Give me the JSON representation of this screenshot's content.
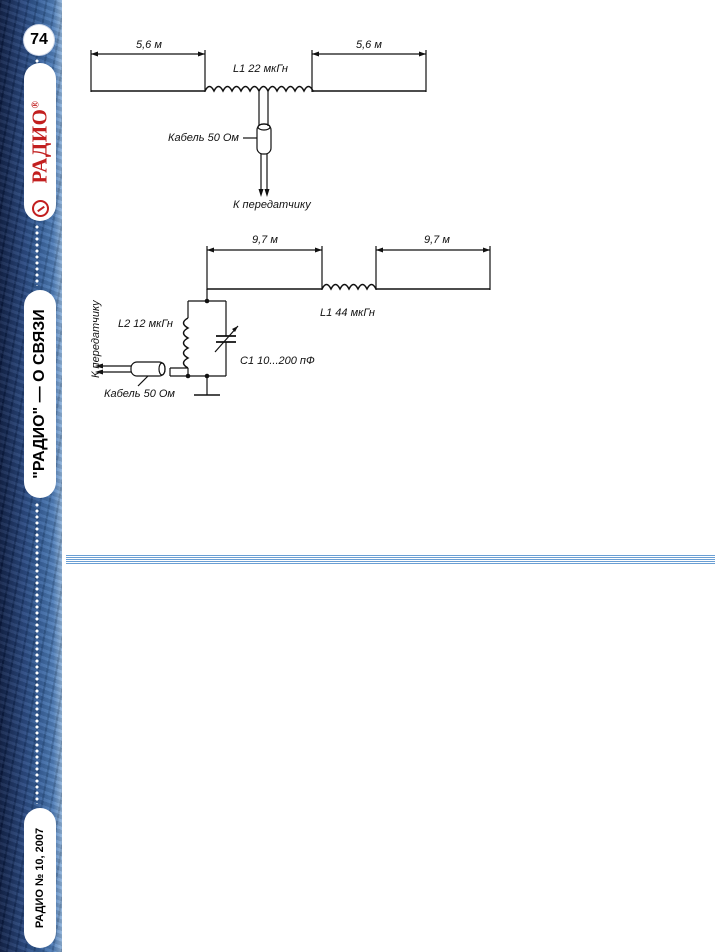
{
  "sidebar": {
    "page_number": "74",
    "logo": "РАДИО",
    "logo_reg": "®",
    "section": "\"РАДИО\" — О СВЯЗИ",
    "issue": "РАДИО № 10, 2007"
  },
  "figure1": {
    "left_len": "5,6 м",
    "right_len": "5,6 м",
    "coil": "L1 22 мкГн",
    "cable": "Кабель 50 Ом",
    "feed": "К передатчику"
  },
  "figure2": {
    "left_len": "9,7 м",
    "right_len": "9,7 м",
    "coil_l1": "L1 44 мкГн",
    "coil_l2": "L2 12 мкГн",
    "cap": "С1 10...200 пФ",
    "cable": "Кабель 50 Ом",
    "feed": "К передатчику"
  }
}
